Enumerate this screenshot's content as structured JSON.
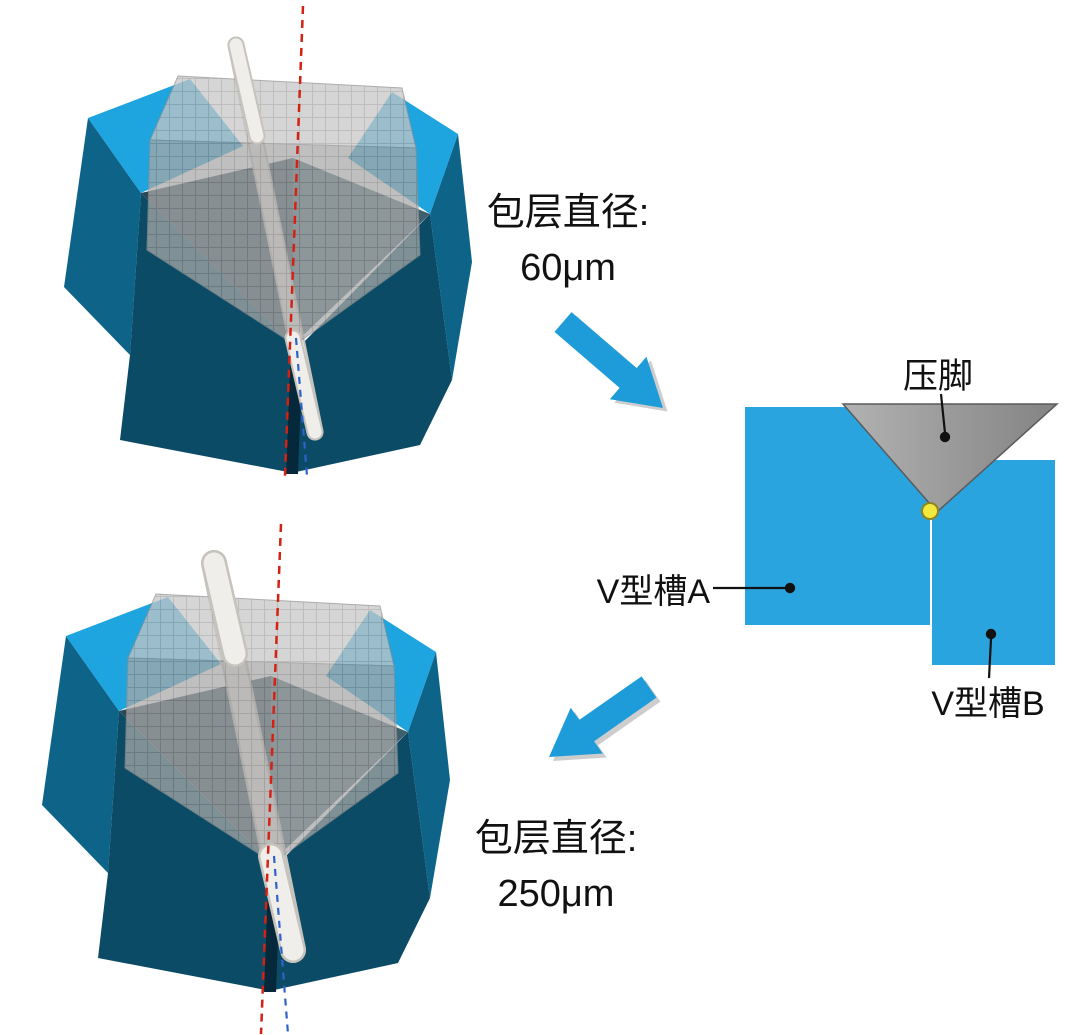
{
  "diagram": {
    "labels": {
      "top_cladding": {
        "prefix": "包层直径:",
        "value": "60μm"
      },
      "bottom_cladding": {
        "prefix": "包层直径:",
        "value": "250μm"
      },
      "presser_foot": "压脚",
      "v_groove_a": "V型槽A",
      "v_groove_b": "V型槽B"
    },
    "colors": {
      "block_blue": "#1ea4de",
      "block_side_teal": "#0d6488",
      "block_front_teal": "#0b4b66",
      "schematic_blue": "#2aa4df",
      "presser_gray": "#9a9a9a",
      "fiber_white": "#f0eeea",
      "fiber_yellow": "#f2e93f",
      "axis_red": "#d42114",
      "axis_blue": "#2e62c9",
      "arrow_blue": "#1e9cd9",
      "text_black": "#111111"
    }
  }
}
